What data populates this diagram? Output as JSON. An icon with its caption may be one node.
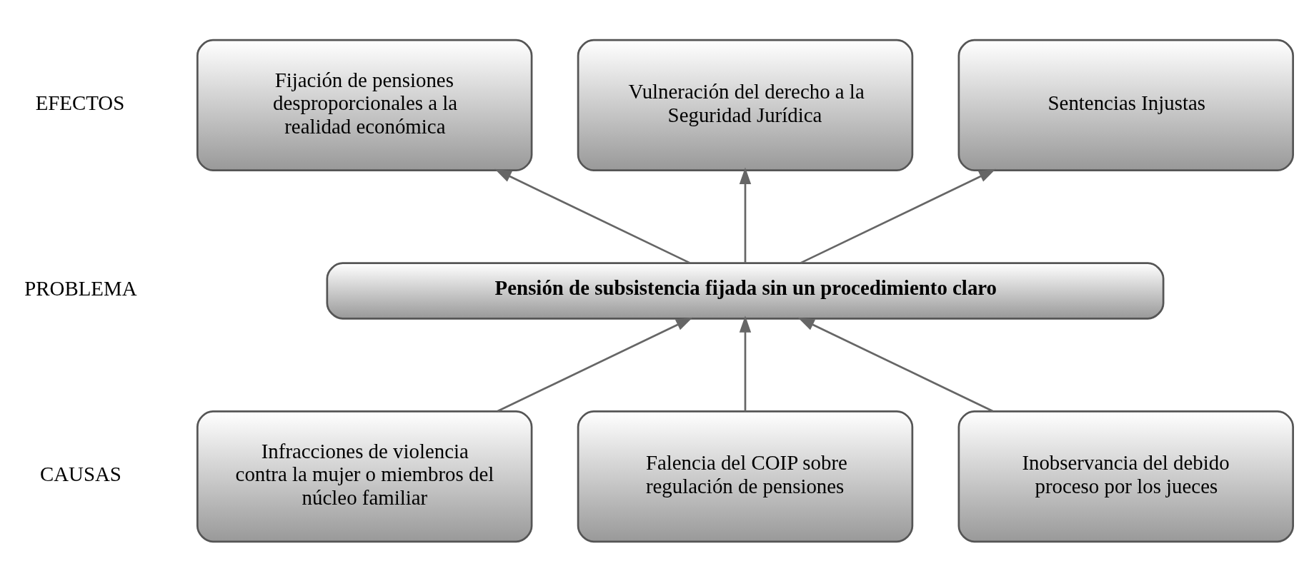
{
  "diagram": {
    "nodes": [
      {
        "text": [
          "Fijación de pensiones desproporcionales a la realidad económica"
        ]
      },
      {
        "text": [
          "Vulneración del derecho a la Seguridad Jurídica"
        ]
      },
      {
        "text": [
          "Sentencias Injustas"
        ]
      },
      {
        "text": [
          "Pensión de subsistencia fijada sin un procedimiento claro"
        ]
      },
      {
        "text": [
          "Infracciones de violencia contra la mujer o miembros del núcleo familiar"
        ]
      },
      {
        "text": [
          "Falencia del COIP sobre regulación de pensiones"
        ]
      },
      {
        "text": [
          "Inobservancia del debido proceso por los jueces"
        ]
      }
    ],
    "edges": [
      {
        "from": 3,
        "to": 0,
        "arrow": "to"
      },
      {
        "from": 3,
        "to": 1,
        "arrow": "to"
      },
      {
        "from": 3,
        "to": 2,
        "arrow": "to"
      },
      {
        "from": 4,
        "to": 3,
        "arrow": "to"
      },
      {
        "from": 5,
        "to": 3,
        "arrow": "to"
      },
      {
        "from": 6,
        "to": 3,
        "arrow": "to"
      }
    ],
    "labels": [
      "EFECTOS",
      "PROBLEMA",
      "CAUSAS"
    ]
  }
}
